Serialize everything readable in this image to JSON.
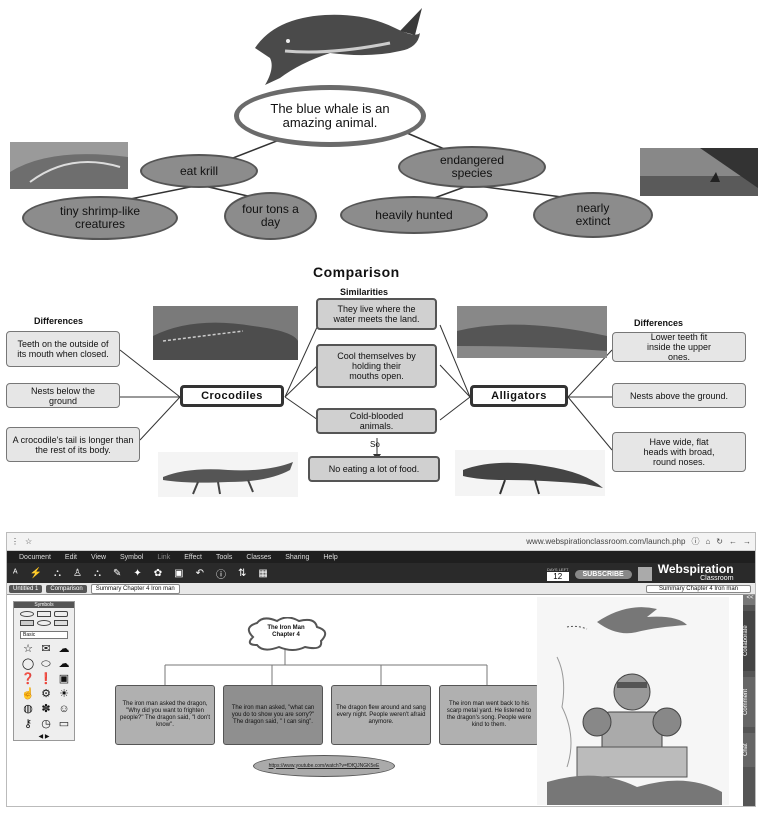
{
  "whale_map": {
    "center": "The blue whale is an amazing animal.",
    "left_node": "eat krill",
    "right_node": "endangered species",
    "leaves": [
      "tiny shrimp-like creatures",
      "four tons a day",
      "heavily hunted",
      "nearly extinct"
    ]
  },
  "comparison": {
    "title": "Comparison",
    "similarities_label": "Similarities",
    "differences_left_label": "Differences",
    "differences_right_label": "Differences",
    "left_subject": "Crocodiles",
    "right_subject": "Alligators",
    "similarities": [
      "They live where the water meets the land.",
      "Cool themselves by holding their mouths open.",
      "Cold-blooded animals."
    ],
    "so_label": "So",
    "conclusion": "No eating a lot of food.",
    "left_differences": [
      "Teeth on the outside of its mouth when closed.",
      "Nests below the ground",
      "A crocodile's tail is longer than the rest of its body."
    ],
    "right_differences": [
      "Lower teeth fit inside the upper ones.",
      "Nests above the ground.",
      "Have wide, flat heads with broad, round noses."
    ]
  },
  "browser": {
    "url": "www.webspirationclassroom.com/launch.php",
    "menu": [
      "Document",
      "Edit",
      "View",
      "Symbol",
      "Link",
      "Effect",
      "Tools",
      "Classes",
      "Sharing",
      "Help"
    ],
    "days_left_label": "DAYS LEFT",
    "days_left": "12",
    "subscribe_label": "SUBSCRIBE",
    "brand": "Webspiration",
    "brand_sub": "Classroom",
    "tabs": [
      "Untitled 1",
      "Comparison",
      "Summary Chapter 4 Iron man"
    ],
    "right_tab": "Summary Chapter 4 Iron man",
    "palette_title": "Symbols",
    "palette_select": "Basic",
    "title_node": "The Iron Man Chapter 4",
    "summary_boxes": [
      "The iron man asked the dragon, \"Why did you want to frighten people?\" The dragon said, \"I don't know\".",
      "The iron man asked, \"what can you do to show you are sorry?\" The dragon said, \" I can sing\".",
      "The dragon flew around and sang every night. People weren't afraid anymore.",
      "The iron man went back to his scarp metal yard. He listened to the dragon's song. People were kind to them."
    ],
    "link_node": "https://www.youtube.com/watch?v=fDfQJNGK5eE",
    "side_tabs": [
      "Collaborate",
      "Comment",
      "Chat"
    ],
    "collapse_label": "<<"
  }
}
